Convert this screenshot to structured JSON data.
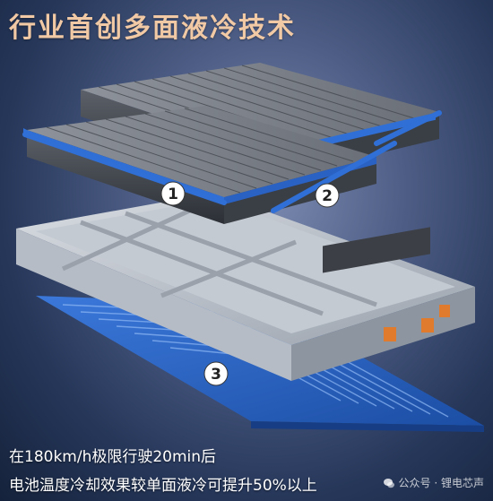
{
  "headline": "行业首创多面液冷技术",
  "markers": [
    "1",
    "2",
    "3"
  ],
  "caption": {
    "line1": "在180km/h极限行驶20min后",
    "line2": "电池温度冷却效果较单面液冷可提升50%以上"
  },
  "watermark": {
    "text": "公众号 · 锂电芯声",
    "icon": "wechat-icon"
  },
  "colors": {
    "headline": "#f1c9a4",
    "cooling_blue": "#2f6fd6",
    "background": "#26375a"
  }
}
